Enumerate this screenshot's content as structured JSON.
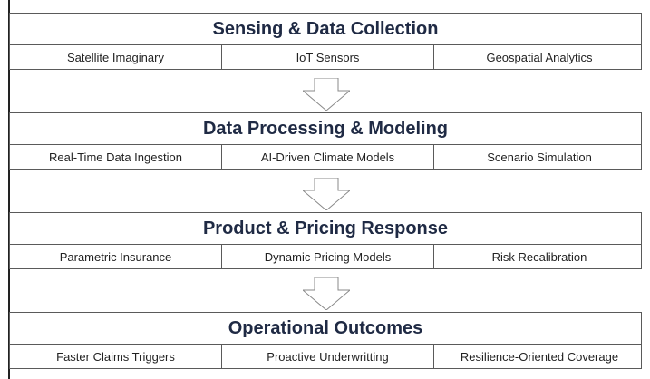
{
  "stages": [
    {
      "title": "Sensing & Data Collection",
      "items": [
        "Satellite Imaginary",
        "IoT Sensors",
        "Geospatial Analytics"
      ]
    },
    {
      "title": "Data Processing & Modeling",
      "items": [
        "Real-Time Data Ingestion",
        "AI-Driven Climate Models",
        "Scenario Simulation"
      ]
    },
    {
      "title": "Product & Pricing Response",
      "items": [
        "Parametric Insurance",
        "Dynamic Pricing Models",
        "Risk Recalibration"
      ]
    },
    {
      "title": "Operational Outcomes",
      "items": [
        "Faster Claims Triggers",
        "Proactive Underwritting",
        "Resilience-Oriented Coverage"
      ]
    }
  ],
  "connectors": [
    "down-arrow-icon",
    "down-arrow-icon",
    "down-arrow-icon"
  ]
}
